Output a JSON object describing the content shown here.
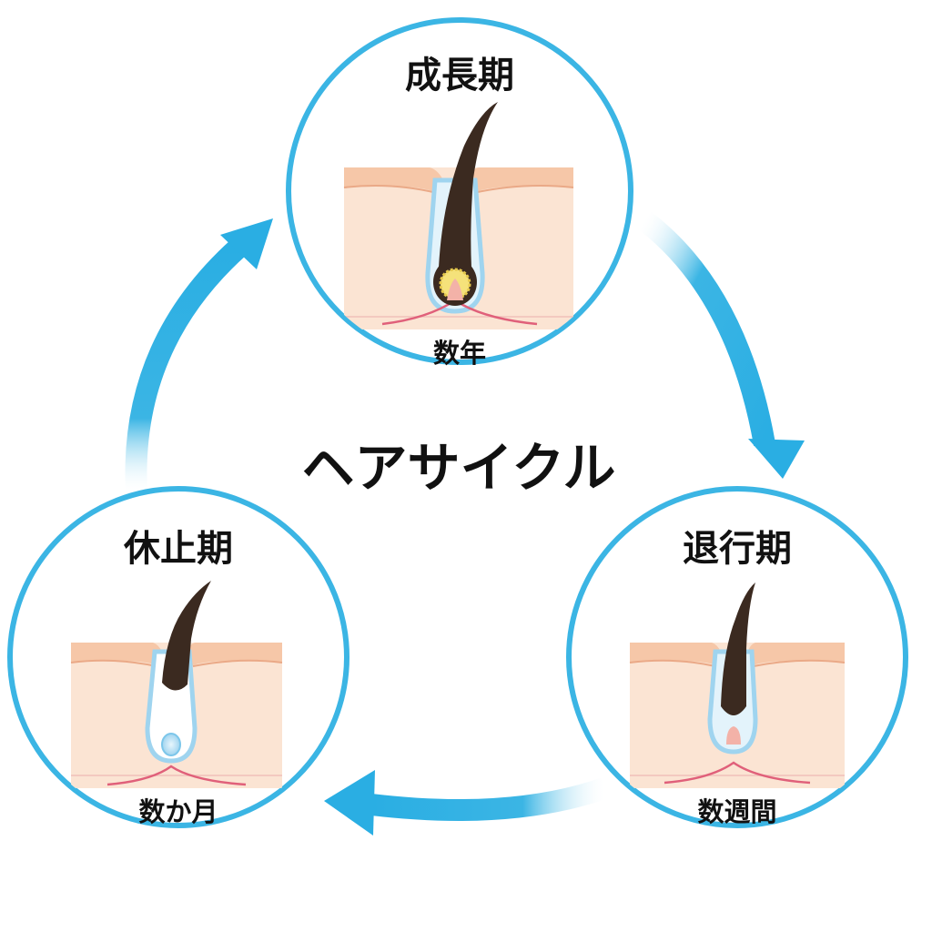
{
  "title": "ヘアサイクル",
  "phases": [
    {
      "name": "成長期",
      "duration": "数年"
    },
    {
      "name": "退行期",
      "duration": "数週間"
    },
    {
      "name": "休止期",
      "duration": "数か月"
    }
  ],
  "colors": {
    "ring": "#3bb5e4",
    "arrow": "#3bb5e4",
    "skin": "#fbe4d3",
    "epidermis": "#f6c7a8",
    "hair": "#3b2a20",
    "sheath": "#cfe9f7",
    "papilla": "#f3b2a8",
    "vessel": "#e0607a"
  },
  "icons": {
    "cycle_arrows": "clockwise-arrow-icon",
    "follicle": "hair-follicle-icon"
  }
}
